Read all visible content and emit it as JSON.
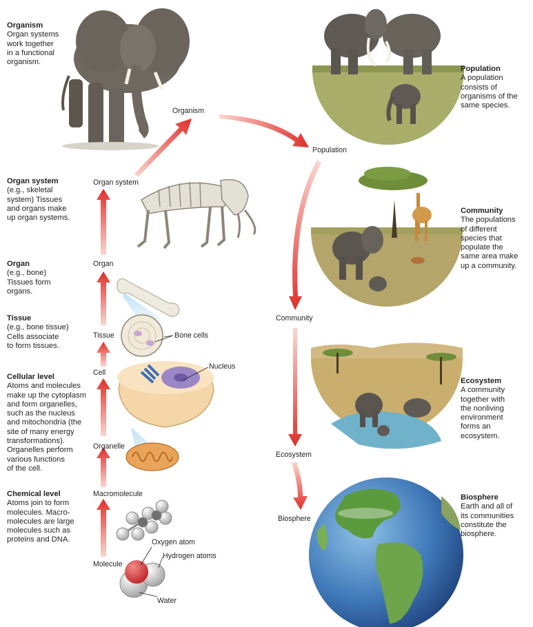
{
  "left_descriptions": [
    {
      "title": "Organism",
      "body": "Organ systems\nwork together\nin a functional\norganism."
    },
    {
      "title": "Organ system",
      "body": "(e.g., skeletal\nsystem) Tissues\nand organs make\nup organ systems."
    },
    {
      "title": "Organ",
      "body": "(e.g., bone)\nTissues form\norgans."
    },
    {
      "title": "Tissue",
      "body": "(e.g., bone tissue)\nCells associate\nto form tissues."
    },
    {
      "title": "Cellular level",
      "body": "Atoms and molecules\nmake up the cytoplasm\nand form organelles,\nsuch as the nucleus\nand mitochondria (the\nsite of many energy\ntransformations).\nOrganelles perform\nvarious functions\nof the cell."
    },
    {
      "title": "Chemical level",
      "body": "Atoms join to form\nmolecules. Macro-\nmolecules are large\nmolecules such as\nproteins and DNA."
    }
  ],
  "right_descriptions": [
    {
      "title": "Population",
      "body": "A population\nconsists of\norganisms of the\nsame species."
    },
    {
      "title": "Community",
      "body": "The populations\nof different\nspecies that\npopulate the\nsame area make\nup a community."
    },
    {
      "title": "Ecosystem",
      "body": "A community\ntogether with\nthe nonliving\nenvironment\nforms an\necosystem."
    },
    {
      "title": "Biosphere",
      "body": "Earth and all of\nits communities\nconstitute the\nbiosphere."
    }
  ],
  "hierarchy_labels": {
    "organism": "Organism",
    "organ_system": "Organ system",
    "organ": "Organ",
    "tissue": "Tissue",
    "cell": "Cell",
    "organelle": "Organelle",
    "macromolecule": "Macromolecule",
    "molecule": "Molecule",
    "population": "Population",
    "community": "Community",
    "ecosystem": "Ecosystem",
    "biosphere": "Biosphere"
  },
  "callouts": {
    "bone_cells": "Bone cells",
    "nucleus": "Nucleus",
    "oxygen_atom": "Oxygen atom",
    "hydrogen_atoms": "Hydrogen atoms",
    "water": "Water"
  },
  "colors": {
    "arrow_red": "#e03a34",
    "arrow_light": "#f6b3a8",
    "elephant_gray": "#6e6860",
    "savanna_green": "#8da25a",
    "ocean_blue": "#3f78b8"
  }
}
